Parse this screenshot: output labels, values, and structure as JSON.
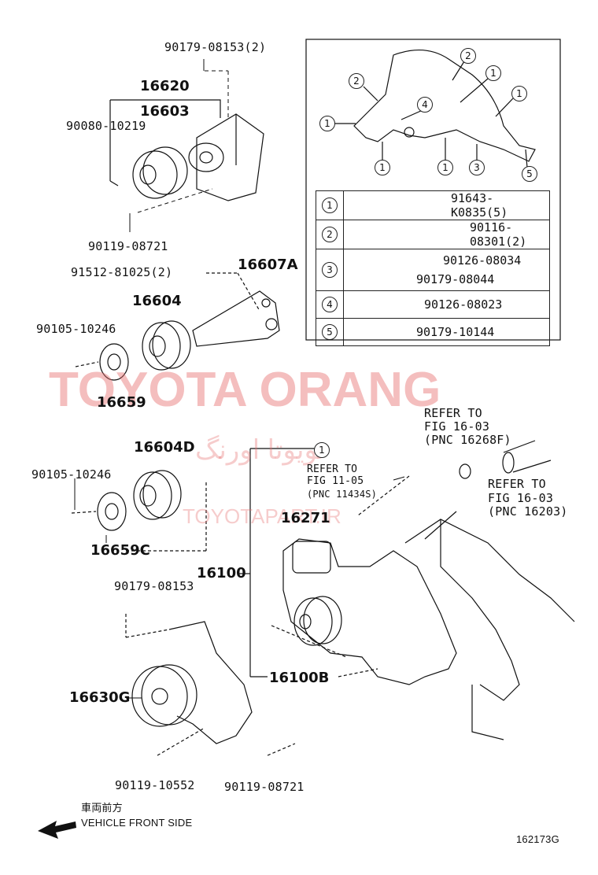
{
  "watermark": {
    "main": "TOYOTA ORANG",
    "persian": "تویوتا اورنگ",
    "url": "TOYOTAPART.IR",
    "color": "#e66e6e"
  },
  "labels": {
    "p90179_08153_2": "90179-08153(2)",
    "p16620": "16620",
    "p16603": "16603",
    "p90080_10219": "90080-10219",
    "p90119_08721_top": "90119-08721",
    "p91512_81025": "91512-81025(2)",
    "p16607A": "16607A",
    "p16604": "16604",
    "p90105_10246_a": "90105-10246",
    "p16659": "16659",
    "p16604D": "16604D",
    "p90105_10246_b": "90105-10246",
    "p16659C": "16659C",
    "p90179_08153": "90179-08153",
    "p16630G": "16630G",
    "p90119_10552": "90119-10552",
    "p90119_08721_bot": "90119-08721",
    "p16100": "16100",
    "p16271": "16271",
    "p16100B": "16100B",
    "refer_11_05": [
      "REFER TO",
      "FIG 11-05",
      "(PNC 11434S)"
    ],
    "refer_16_03a": [
      "REFER TO",
      "FIG 16-03",
      "(PNC 16268F)"
    ],
    "refer_16_03b": [
      "REFER TO",
      "FIG 16-03",
      "(PNC 16203)"
    ],
    "circle_1": "1"
  },
  "inset": {
    "callouts": [
      "1",
      "2",
      "3",
      "4",
      "5"
    ],
    "table": [
      {
        "n": "1",
        "parts": [
          "91643-K0835(5)"
        ]
      },
      {
        "n": "2",
        "parts": [
          "90116-08301(2)"
        ]
      },
      {
        "n": "3",
        "parts": [
          "90126-08034",
          "90179-08044"
        ]
      },
      {
        "n": "4",
        "parts": [
          "90126-08023"
        ]
      },
      {
        "n": "5",
        "parts": [
          "90179-10144"
        ]
      }
    ]
  },
  "footer": {
    "direction_jp": "車両前方",
    "direction_en": "VEHICLE FRONT SIDE",
    "figure_id": "162173G"
  }
}
